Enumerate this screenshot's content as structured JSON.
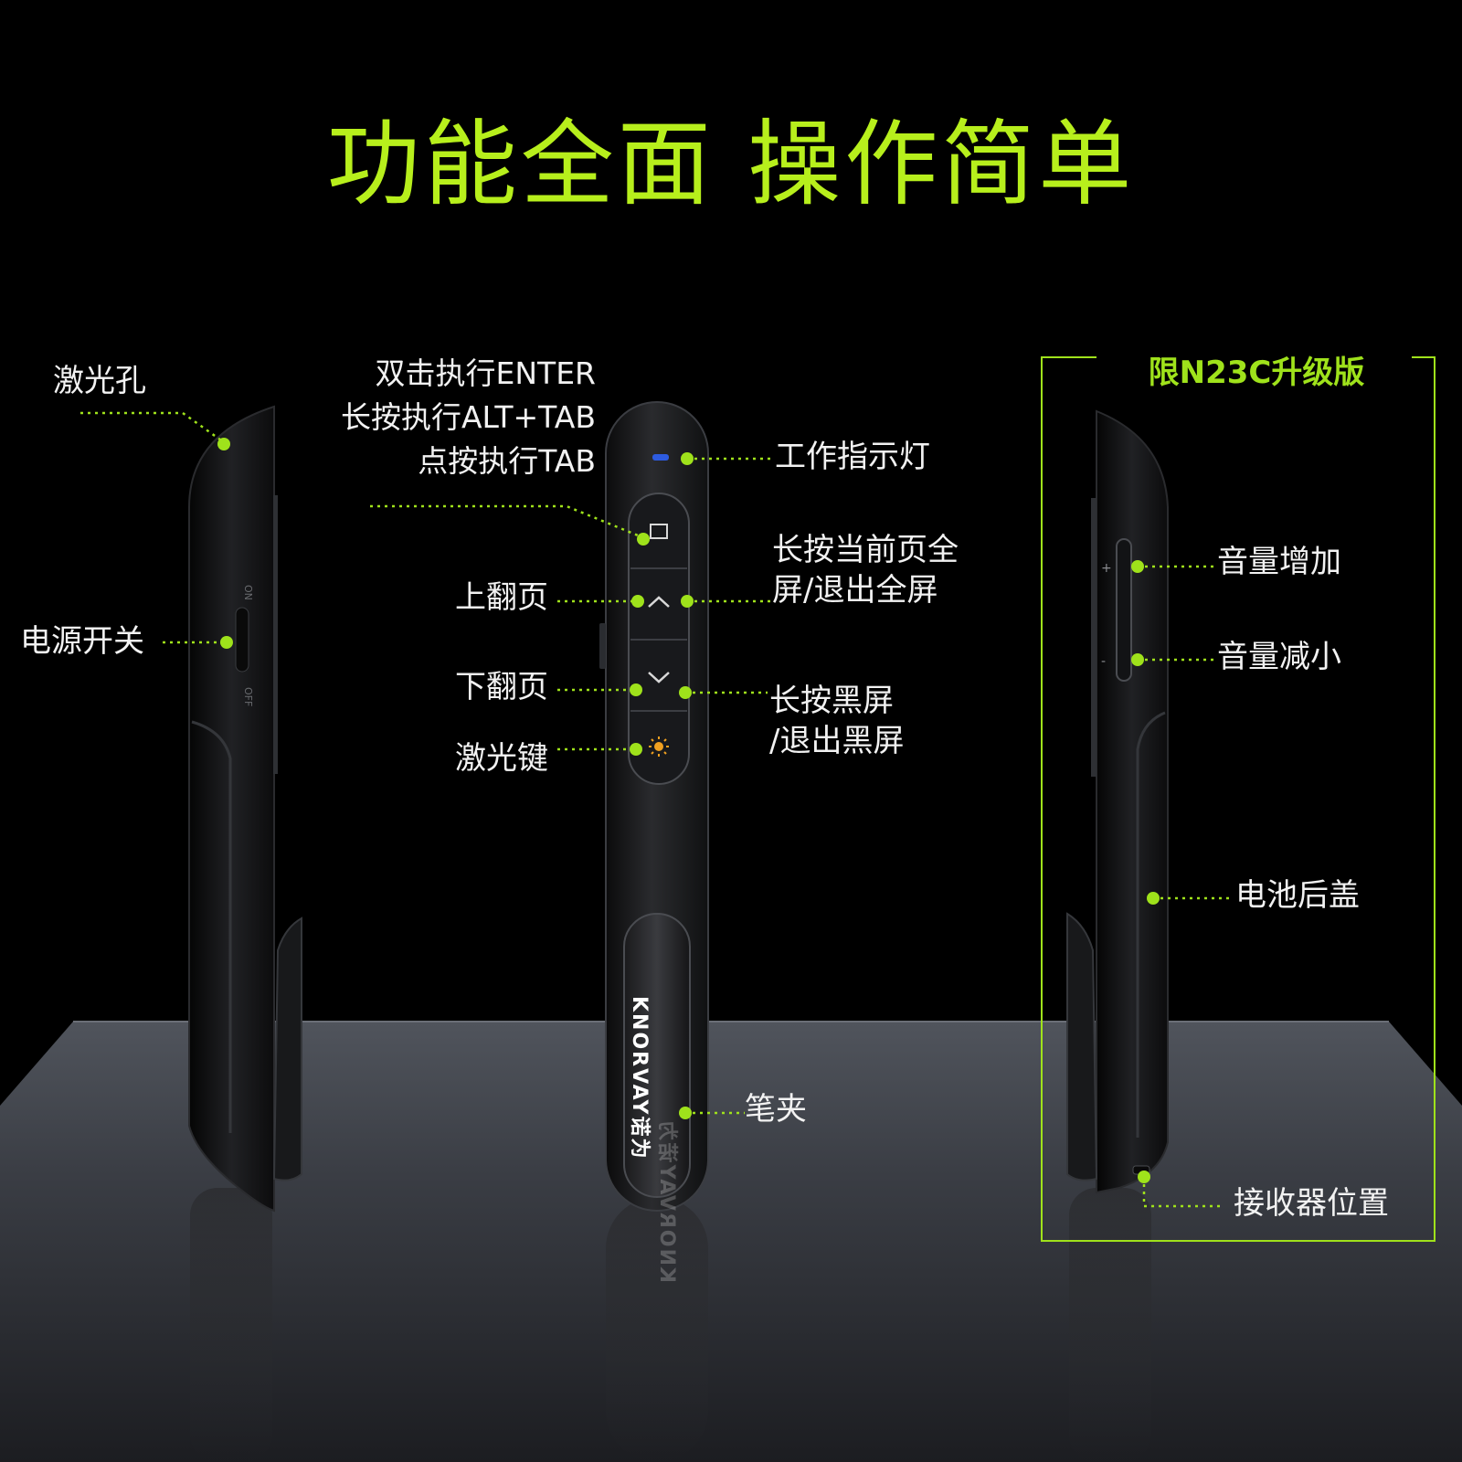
{
  "title": "功能全面 操作简单",
  "brand": {
    "name": "KNORVAY",
    "chinese": "诺为"
  },
  "left_device": {
    "labels": {
      "laser_hole": "激光孔",
      "power_switch": "电源开关"
    },
    "switch_marks": {
      "on": "ON",
      "off": "OFF"
    }
  },
  "center_device": {
    "labels": {
      "double_click_enter": "双击执行ENTER",
      "long_press_alt_tab": "长按执行ALT+TAB",
      "click_tab": "点按执行TAB",
      "indicator_light": "工作指示灯",
      "fullscreen_line1": "长按当前页全",
      "fullscreen_line2": "屏/退出全屏",
      "page_up": "上翻页",
      "page_down": "下翻页",
      "blackscreen_line1": "长按黑屏",
      "blackscreen_line2": "/退出黑屏",
      "laser_key": "激光键",
      "pen_clip": "笔夹"
    },
    "buttons": [
      "window-button",
      "up-button",
      "down-button",
      "laser-button"
    ]
  },
  "right_device": {
    "badge": "限N23C升级版",
    "labels": {
      "volume_up": "音量增加",
      "volume_down": "音量减小",
      "battery_cover": "电池后盖",
      "receiver_position": "接收器位置"
    },
    "button_marks": {
      "plus": "+",
      "minus": "-"
    }
  },
  "colors": {
    "accent": "#b7ef1c",
    "dot": "#9fe21b",
    "background": "#000000",
    "indicator": "#2d5be0",
    "laser": "#f0a020"
  }
}
